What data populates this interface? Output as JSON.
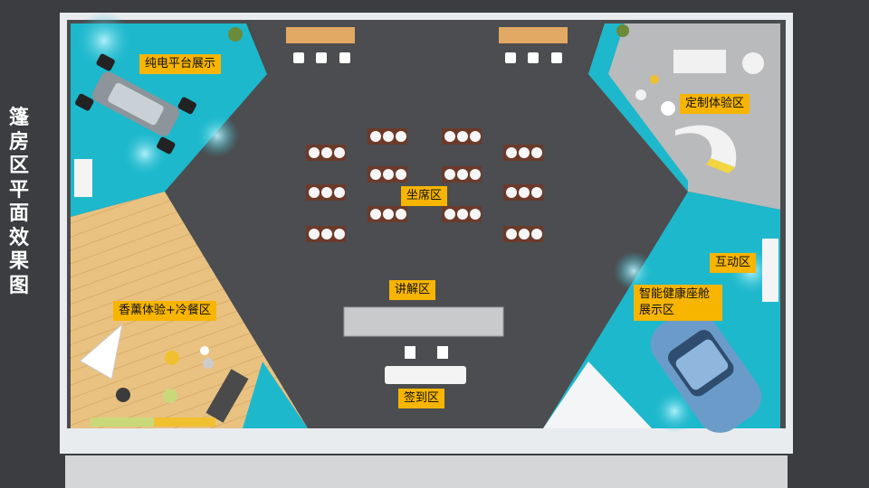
{
  "side_title": "篷房区平面效果图",
  "zones": {
    "ev_platform": "纯电平台展示",
    "custom_experience": "定制体验区",
    "seating": "坐席区",
    "interactive": "互动区",
    "lecture": "讲解区",
    "smart_health": "智能健康座舱展示区",
    "aroma_dining": "香薰体验+冷餐区",
    "check_in": "签到区"
  },
  "colors": {
    "teal": "#1db8cc",
    "carpet": "#4a4b4d",
    "wood": "#e8c080",
    "label": "#f7b500",
    "gray_floor": "#b9babc",
    "wall": "#e9ecef",
    "background": "#3b3d40"
  }
}
